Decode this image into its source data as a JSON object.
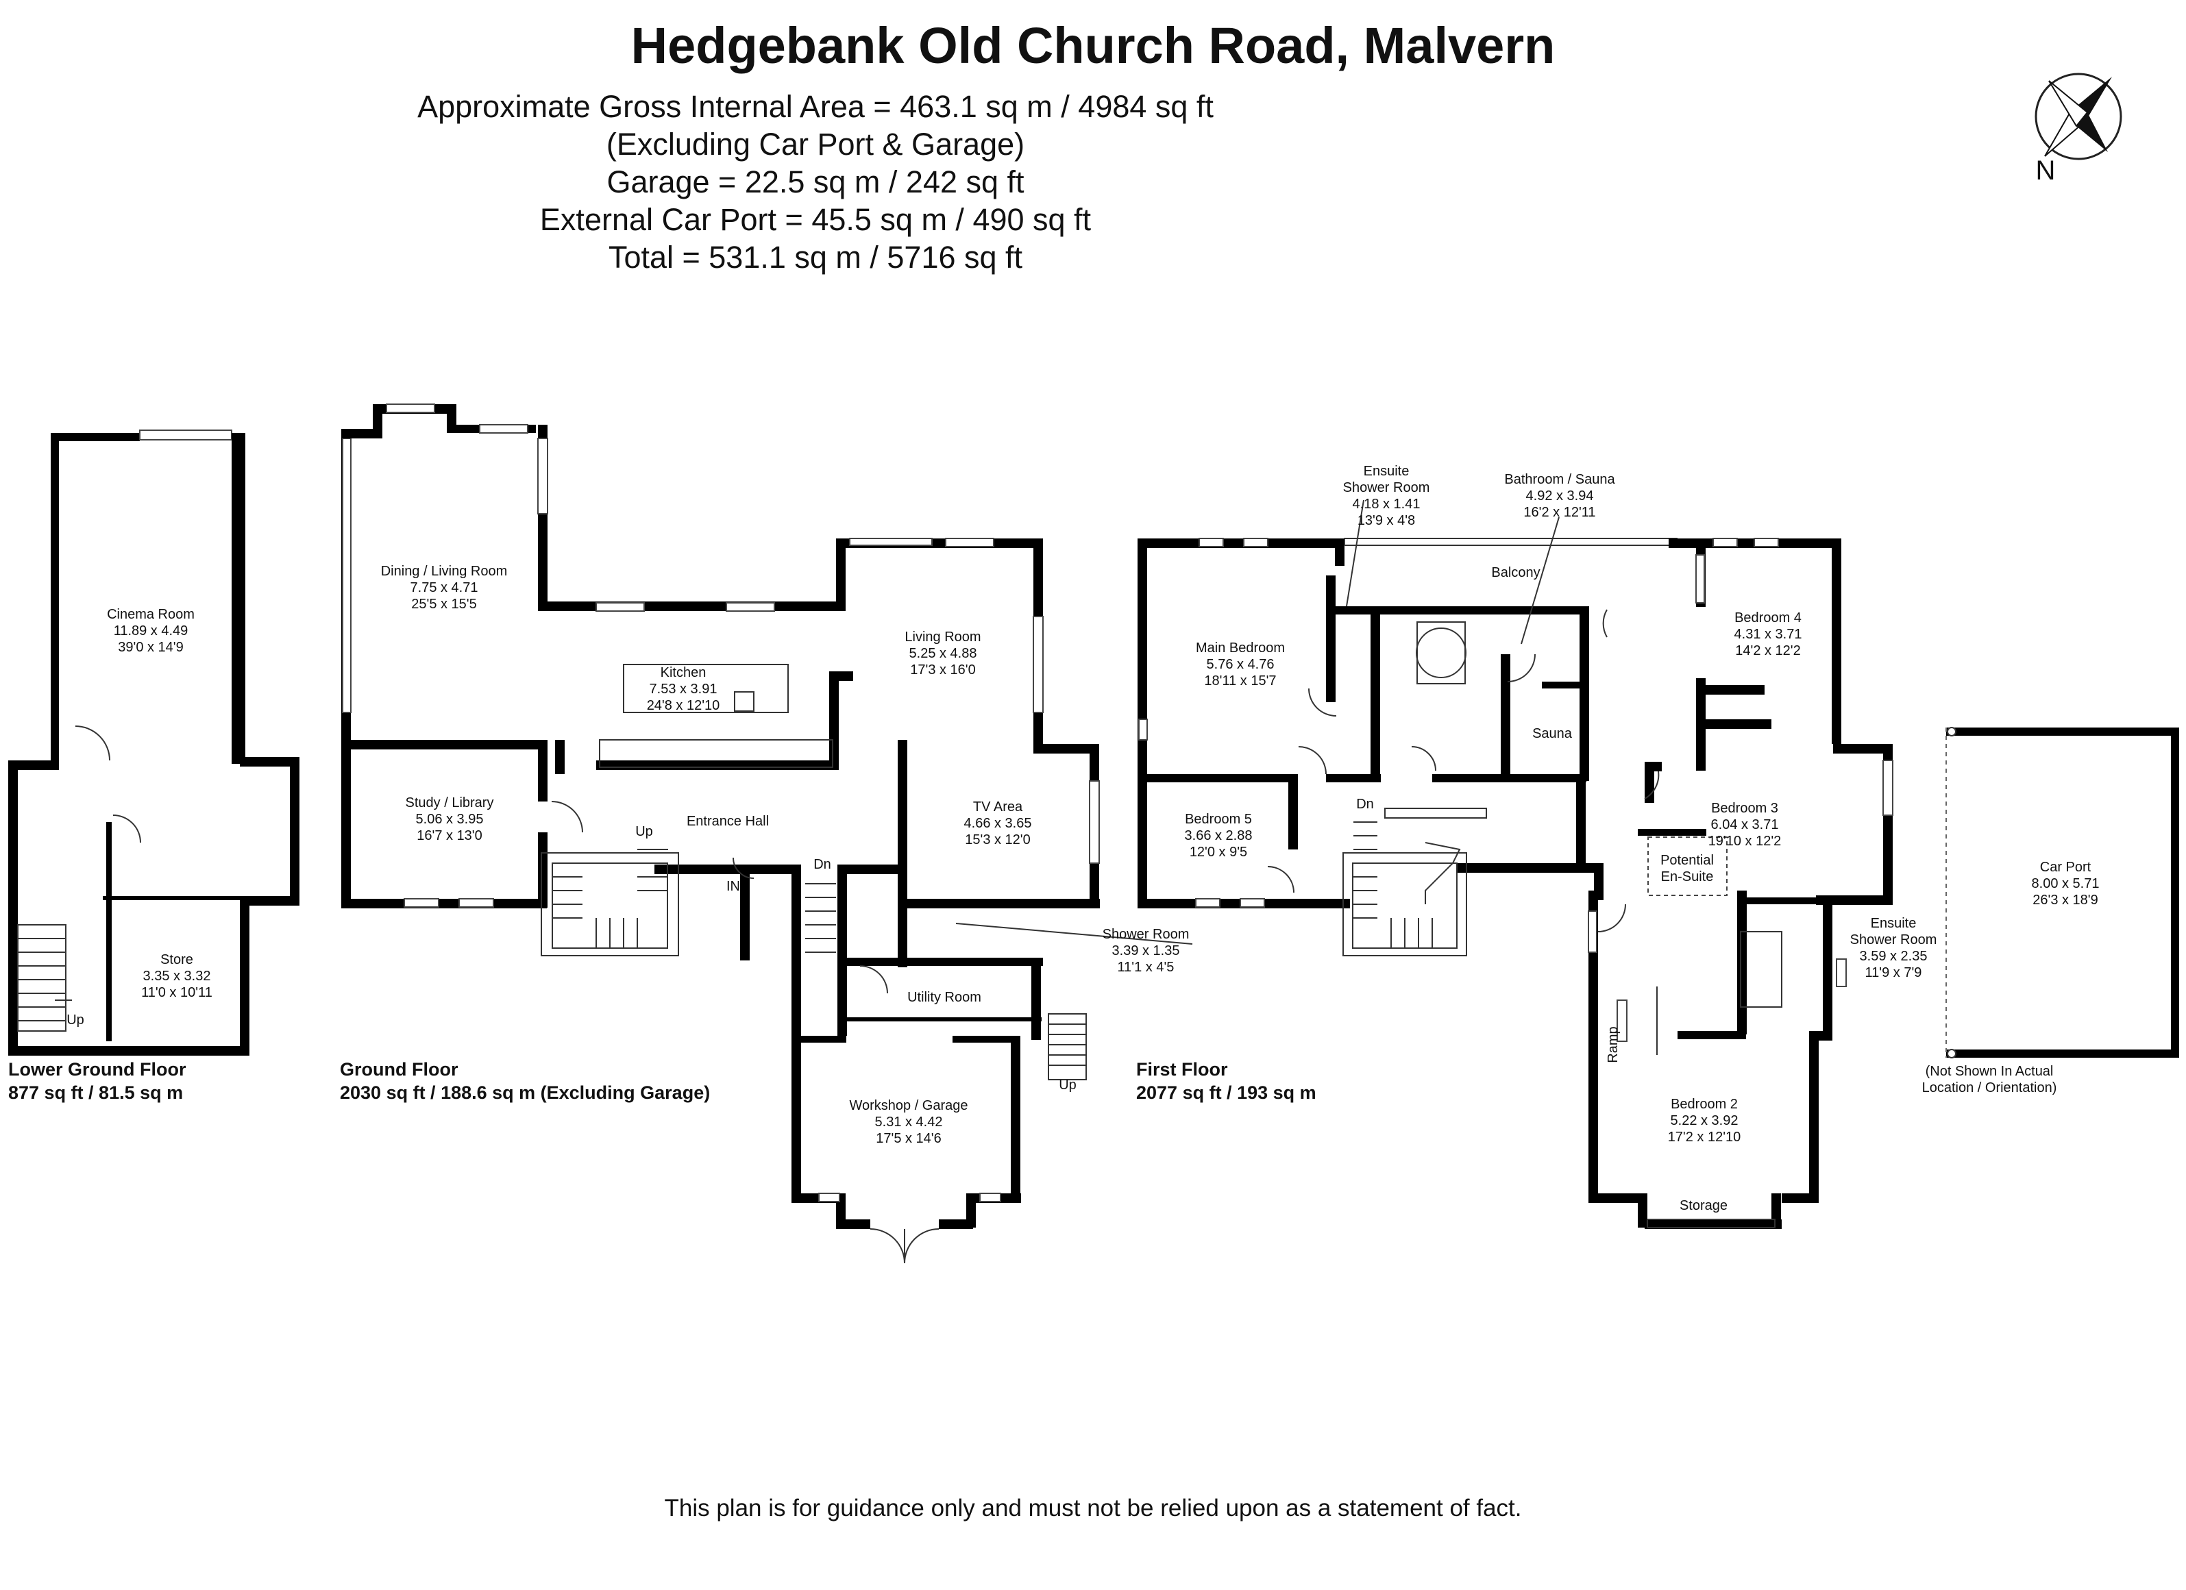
{
  "header": {
    "title": "Hedgebank Old Church Road, Malvern",
    "area_lines": [
      "Approximate Gross Internal Area = 463.1 sq m / 4984 sq ft",
      "(Excluding Car Port & Garage)",
      "Garage = 22.5 sq m / 242 sq ft",
      "External Car Port = 45.5 sq m / 490 sq ft",
      "Total = 531.1 sq m / 5716 sq ft"
    ]
  },
  "compass": {
    "label": "N"
  },
  "floors": {
    "lower": {
      "name": "Lower Ground Floor",
      "area": "877 sq ft / 81.5 sq m"
    },
    "ground": {
      "name": "Ground Floor",
      "area": "2030 sq ft / 188.6 sq m (Excluding Garage)"
    },
    "first": {
      "name": "First Floor",
      "area": "2077 sq ft / 193 sq m"
    }
  },
  "rooms": {
    "cinema": [
      "Cinema Room",
      "11.89 x 4.49",
      "39'0 x 14'9"
    ],
    "store": [
      "Store",
      "3.35 x 3.32",
      "11'0 x 10'11"
    ],
    "dining": [
      "Dining / Living Room",
      "7.75 x 4.71",
      "25'5 x 15'5"
    ],
    "kitchen": [
      "Kitchen",
      "7.53 x 3.91",
      "24'8 x 12'10"
    ],
    "living": [
      "Living Room",
      "5.25 x 4.88",
      "17'3 x 16'0"
    ],
    "study": [
      "Study / Library",
      "5.06 x 3.95",
      "16'7 x 13'0"
    ],
    "tv": [
      "TV Area",
      "4.66 x 3.65",
      "15'3 x 12'0"
    ],
    "shower_gf": [
      "Shower Room",
      "3.39 x 1.35",
      "11'1 x 4'5"
    ],
    "workshop": [
      "Workshop / Garage",
      "5.31 x 4.42",
      "17'5 x 14'6"
    ],
    "ensuite1": [
      "Ensuite",
      "Shower Room",
      "4.18 x 1.41",
      "13'9 x 4'8"
    ],
    "bathroom": [
      "Bathroom / Sauna",
      "4.92 x 3.94",
      "16'2 x 12'11"
    ],
    "main_bed": [
      "Main Bedroom",
      "5.76 x 4.76",
      "18'11 x 15'7"
    ],
    "bed4": [
      "Bedroom 4",
      "4.31 x 3.71",
      "14'2 x 12'2"
    ],
    "bed5": [
      "Bedroom 5",
      "3.66 x 2.88",
      "12'0 x 9'5"
    ],
    "bed3": [
      "Bedroom 3",
      "6.04 x 3.71",
      "19'10 x 12'2"
    ],
    "ensuite2": [
      "Ensuite",
      "Shower Room",
      "3.59 x 2.35",
      "11'9 x 7'9"
    ],
    "bed2": [
      "Bedroom 2",
      "5.22 x 3.92",
      "17'2 x 12'10"
    ],
    "carport": [
      "Car Port",
      "8.00 x 5.71",
      "26'3 x 18'9"
    ]
  },
  "labels": {
    "entrance_hall": "Entrance Hall",
    "utility": "Utility Room",
    "balcony": "Balcony",
    "sauna": "Sauna",
    "potential": [
      "Potential",
      "En-Suite"
    ],
    "storage": "Storage",
    "ramp": "Ramp",
    "up": "Up",
    "dn": "Dn",
    "in": "IN",
    "carport_note": [
      "(Not Shown In Actual",
      "Location / Orientation)"
    ]
  },
  "disclaimer": "This plan is for guidance only and must not be relied upon as a statement of fact."
}
